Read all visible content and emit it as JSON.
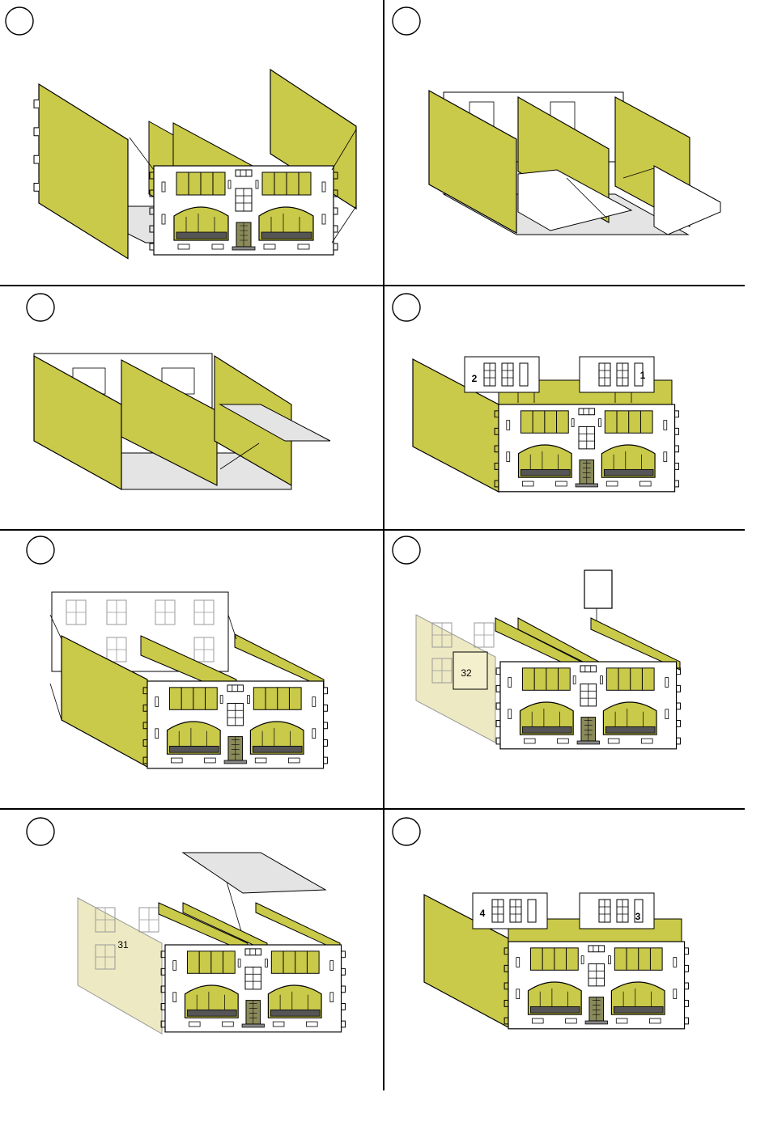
{
  "palette": {
    "wall": "#c9c94a",
    "wall_dark": "#a9a92e",
    "facade": "#ffffff",
    "floor": "#e4e4e4",
    "ink": "#000000",
    "ghost": "#ede9c2"
  },
  "panels": [
    {
      "step": "",
      "labels": []
    },
    {
      "step": "",
      "labels": []
    },
    {
      "step": "",
      "labels": []
    },
    {
      "step": "",
      "labels": [
        "2",
        "1"
      ]
    },
    {
      "step": "",
      "labels": []
    },
    {
      "step": "",
      "labels": [
        "32"
      ]
    },
    {
      "step": "",
      "labels": [
        "31"
      ]
    },
    {
      "step": "",
      "labels": [
        "4",
        "3"
      ]
    }
  ]
}
